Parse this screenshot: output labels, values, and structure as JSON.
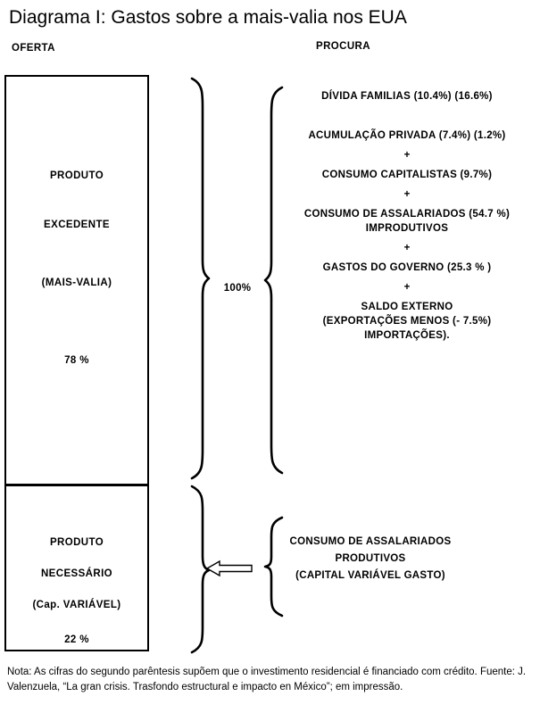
{
  "title": "Diagrama I: Gastos sobre a mais-valia nos EUA",
  "headers": {
    "supply": "OFERTA",
    "demand": "PROCURA"
  },
  "supply_box": {
    "upper": {
      "line1": "PRODUTO",
      "line2": "EXCEDENTE",
      "line3": "(MAIS-VALIA)",
      "percent": "78 %"
    },
    "lower": {
      "line1": "PRODUTO",
      "line2": "NECESSÁRIO",
      "line3": "(Cap. VARIÁVEL)",
      "percent": "22 %"
    }
  },
  "bracket_label": "100%",
  "demand_items": [
    {
      "text": "DÍVIDA FAMILIAS (10.4%) (16.6%)"
    },
    {
      "text": "ACUMULAÇÃO PRIVADA (7.4%) (1.2%)"
    },
    {
      "text": "+"
    },
    {
      "text": "CONSUMO CAPITALISTAS (9.7%)"
    },
    {
      "text": "+"
    },
    {
      "text": "CONSUMO DE ASSALARIADOS (54.7 %)\nIMPRODUTIVOS"
    },
    {
      "text": "+"
    },
    {
      "text": "GASTOS DO GOVERNO (25.3 % )"
    },
    {
      "text": "+"
    },
    {
      "text": "SALDO EXTERNO\n(EXPORTAÇÕES MENOS (- 7.5%)\nIMPORTAÇÕES)."
    }
  ],
  "demand_bottom": "CONSUMO DE ASSALARIADOS\nPRODUTIVOS\n(CAPITAL VARIÁVEL GASTO)",
  "note": "Nota: As cifras do segundo parêntesis supõem que o investimento residencial é financiado com crédito. Fuente: J. Valenzuela, “La gran crisis. Trasfondo estructural e impacto en México”; em impressão.",
  "colors": {
    "ink": "#000000",
    "paper": "#ffffff"
  }
}
